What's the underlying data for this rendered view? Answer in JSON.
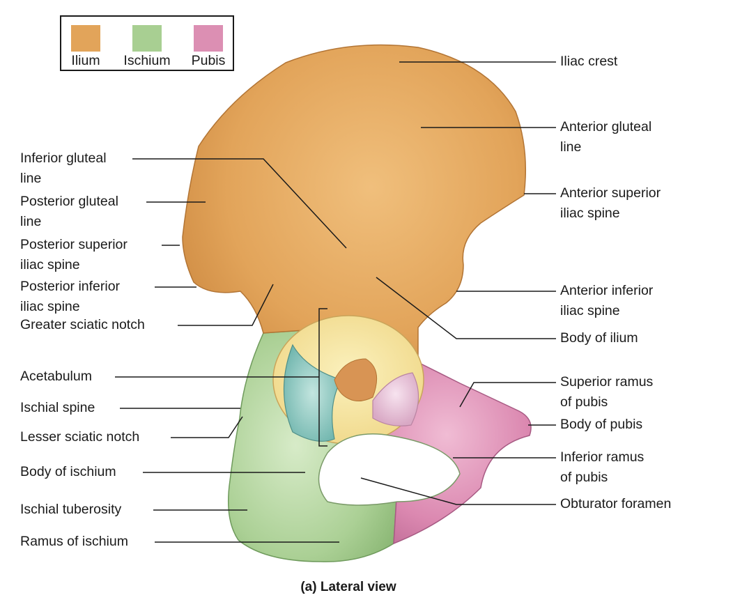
{
  "legend": {
    "items": [
      {
        "label": "Ilium",
        "color": "#e2a45a"
      },
      {
        "label": "Ischium",
        "color": "#a8cf92"
      },
      {
        "label": "Pubis",
        "color": "#dc8fb3"
      }
    ]
  },
  "labels": {
    "iliac_crest": {
      "l1": "Iliac crest"
    },
    "anterior_gluteal_line": {
      "l1": "Anterior gluteal",
      "l2": "line"
    },
    "anterior_superior_iliac_spine": {
      "l1": "Anterior superior",
      "l2": "iliac spine"
    },
    "anterior_inferior_iliac_spine": {
      "l1": "Anterior inferior",
      "l2": "iliac spine"
    },
    "body_of_ilium": {
      "l1": "Body of ilium"
    },
    "superior_ramus_of_pubis": {
      "l1": "Superior ramus",
      "l2": "of pubis"
    },
    "body_of_pubis": {
      "l1": "Body of pubis"
    },
    "inferior_ramus_of_pubis": {
      "l1": "Inferior ramus",
      "l2": "of pubis"
    },
    "obturator_foramen": {
      "l1": "Obturator foramen"
    },
    "inferior_gluteal_line": {
      "l1": "Inferior gluteal",
      "l2": "line"
    },
    "posterior_gluteal_line": {
      "l1": "Posterior gluteal",
      "l2": "line"
    },
    "posterior_superior_iliac_spine": {
      "l1": "Posterior superior",
      "l2": "iliac spine"
    },
    "posterior_inferior_iliac_spine": {
      "l1": "Posterior inferior",
      "l2": "iliac spine"
    },
    "greater_sciatic_notch": {
      "l1": "Greater sciatic notch"
    },
    "acetabulum": {
      "l1": "Acetabulum"
    },
    "ischial_spine": {
      "l1": "Ischial spine"
    },
    "lesser_sciatic_notch": {
      "l1": "Lesser sciatic notch"
    },
    "body_of_ischium": {
      "l1": "Body of ischium"
    },
    "ischial_tuberosity": {
      "l1": "Ischial tuberosity"
    },
    "ramus_of_ischium": {
      "l1": "Ramus of ischium"
    }
  },
  "caption": "(a) Lateral view"
}
